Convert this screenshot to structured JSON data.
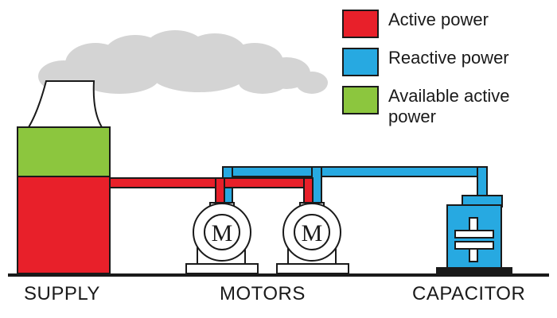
{
  "legend": [
    {
      "label": "Active power",
      "color": "#e8202a"
    },
    {
      "label": "Reactive power",
      "color": "#27a9e1"
    },
    {
      "label": "Available active power",
      "label_line1": "Available active",
      "label_line2": "power",
      "color": "#8cc63e"
    }
  ],
  "components": {
    "supply": "SUPPLY",
    "motors": "MOTORS",
    "capacitor": "CAPACITOR",
    "motor_symbol": "M"
  },
  "colors": {
    "active": "#e8202a",
    "reactive": "#27a9e1",
    "available": "#8cc63e",
    "smoke": "#d4d4d4",
    "outline": "#1a1a1a"
  }
}
